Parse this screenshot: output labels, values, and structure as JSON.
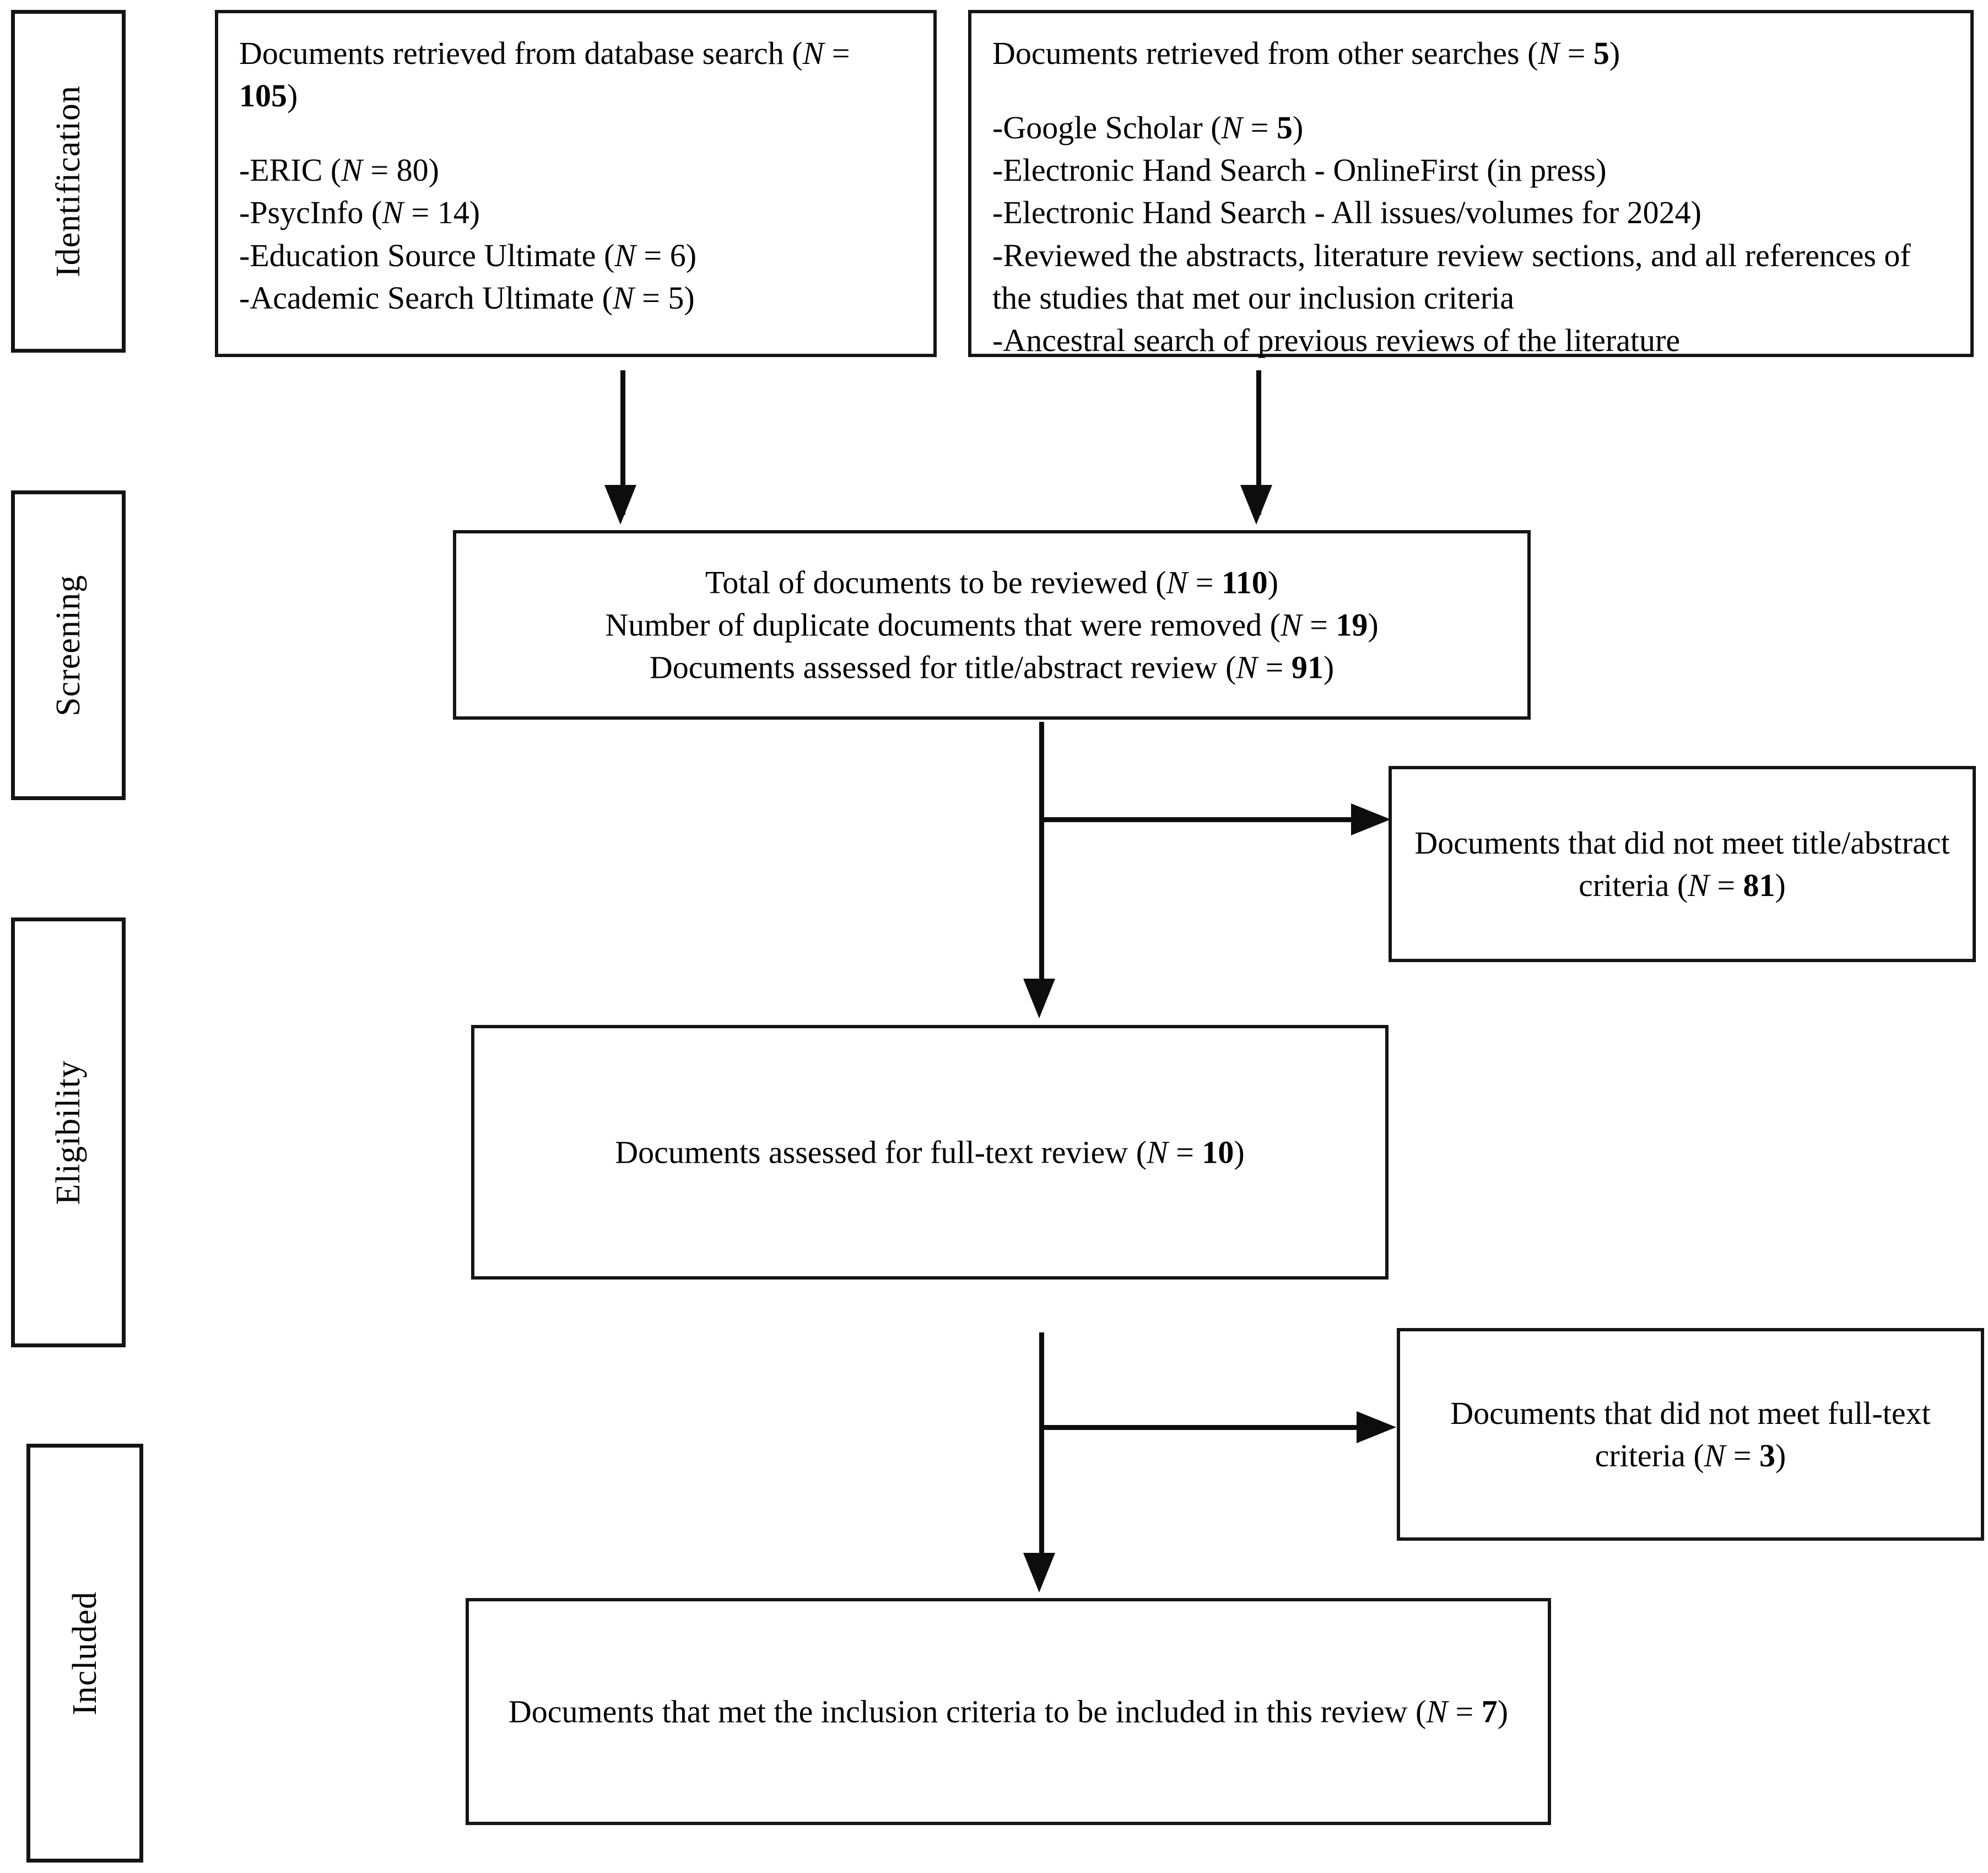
{
  "figure": {
    "type": "prisma-flow-diagram"
  },
  "stages": [
    {
      "id": "identification",
      "label": "Identification"
    },
    {
      "id": "screening",
      "label": "Screening"
    },
    {
      "id": "eligibility",
      "label": "Eligibility"
    },
    {
      "id": "included",
      "label": "Included"
    }
  ],
  "boxes": {
    "database_search": {
      "heading": "Documents retrieved from database search (",
      "heading_n": "N",
      "heading_eq": " = ",
      "heading_value": "105",
      "heading_close": ")",
      "items": [
        {
          "text": "-ERIC (",
          "n": "N",
          "eq": " = ",
          "value": "80",
          "close": ")"
        },
        {
          "text": "-PsycInfo (",
          "n": "N",
          "eq": " = ",
          "value": "14",
          "close": ")"
        },
        {
          "text": "-Education Source Ultimate (",
          "n": "N",
          "eq": " = ",
          "value": "6",
          "close": ")"
        },
        {
          "text": "-Academic Search Ultimate (",
          "n": "N",
          "eq": " = ",
          "value": "5",
          "close": ")"
        }
      ]
    },
    "other_searches": {
      "heading": "Documents retrieved from other searches (",
      "heading_n": "N",
      "heading_eq": " = ",
      "heading_value": "5",
      "heading_close": ")",
      "items": [
        {
          "text": "-Google Scholar (",
          "n": "N",
          "eq": " = ",
          "value": "5",
          "close": ")"
        },
        {
          "text": "-Electronic Hand Search - OnlineFirst (in press)",
          "n": "",
          "eq": "",
          "value": "",
          "close": ""
        },
        {
          "text": "-Electronic Hand Search - All issues/volumes for 2024)",
          "n": "",
          "eq": "",
          "value": "",
          "close": ""
        },
        {
          "text": "-Reviewed the abstracts, literature review sections, and all references of the studies that met our inclusion criteria",
          "n": "",
          "eq": "",
          "value": "",
          "close": ""
        },
        {
          "text": "-Ancestral search of previous reviews of the literature",
          "n": "",
          "eq": "",
          "value": "",
          "close": ""
        }
      ]
    },
    "screening": {
      "lines": [
        {
          "text": "Total of documents to be reviewed (",
          "n": "N",
          "eq": " = ",
          "value": "110",
          "close": ")"
        },
        {
          "text": "Number of duplicate documents that were removed (",
          "n": "N",
          "eq": " = ",
          "value": "19",
          "close": ")"
        },
        {
          "text": "Documents assessed for title/abstract review (",
          "n": "N",
          "eq": " = ",
          "value": "91",
          "close": ")"
        }
      ]
    },
    "excluded_title_abstract": {
      "text": "Documents that did not meet title/abstract criteria (",
      "n": "N",
      "eq": " = ",
      "value": "81",
      "close": ")"
    },
    "full_text_assessed": {
      "text": "Documents assessed for full-text review (",
      "n": "N",
      "eq": " = ",
      "value": "10",
      "close": ")"
    },
    "excluded_full_text": {
      "text": "Documents that did not meet full-text criteria (",
      "n": "N",
      "eq": " = ",
      "value": "3",
      "close": ")"
    },
    "included": {
      "text": "Documents that met the inclusion criteria to be included in this review (",
      "n": "N",
      "eq": " = ",
      "value": "7",
      "close": ")"
    }
  },
  "chart_data": {
    "type": "table",
    "title": "PRISMA flow of document identification, screening, eligibility and inclusion",
    "stages": [
      "Identification",
      "Screening",
      "Eligibility",
      "Included"
    ],
    "counts": {
      "database_search_total": 105,
      "eric": 80,
      "psycinfo": 14,
      "education_source_ultimate": 6,
      "academic_search_ultimate": 5,
      "other_searches_total": 5,
      "google_scholar": 5,
      "total_to_review": 110,
      "duplicates_removed": 19,
      "title_abstract_assessed": 91,
      "excluded_title_abstract": 81,
      "full_text_assessed": 10,
      "excluded_full_text": 3,
      "included_final": 7
    }
  },
  "colors": {
    "border": "#151515",
    "connector": "#0d0d0d",
    "background": "#ffffff",
    "text": "#000000"
  }
}
